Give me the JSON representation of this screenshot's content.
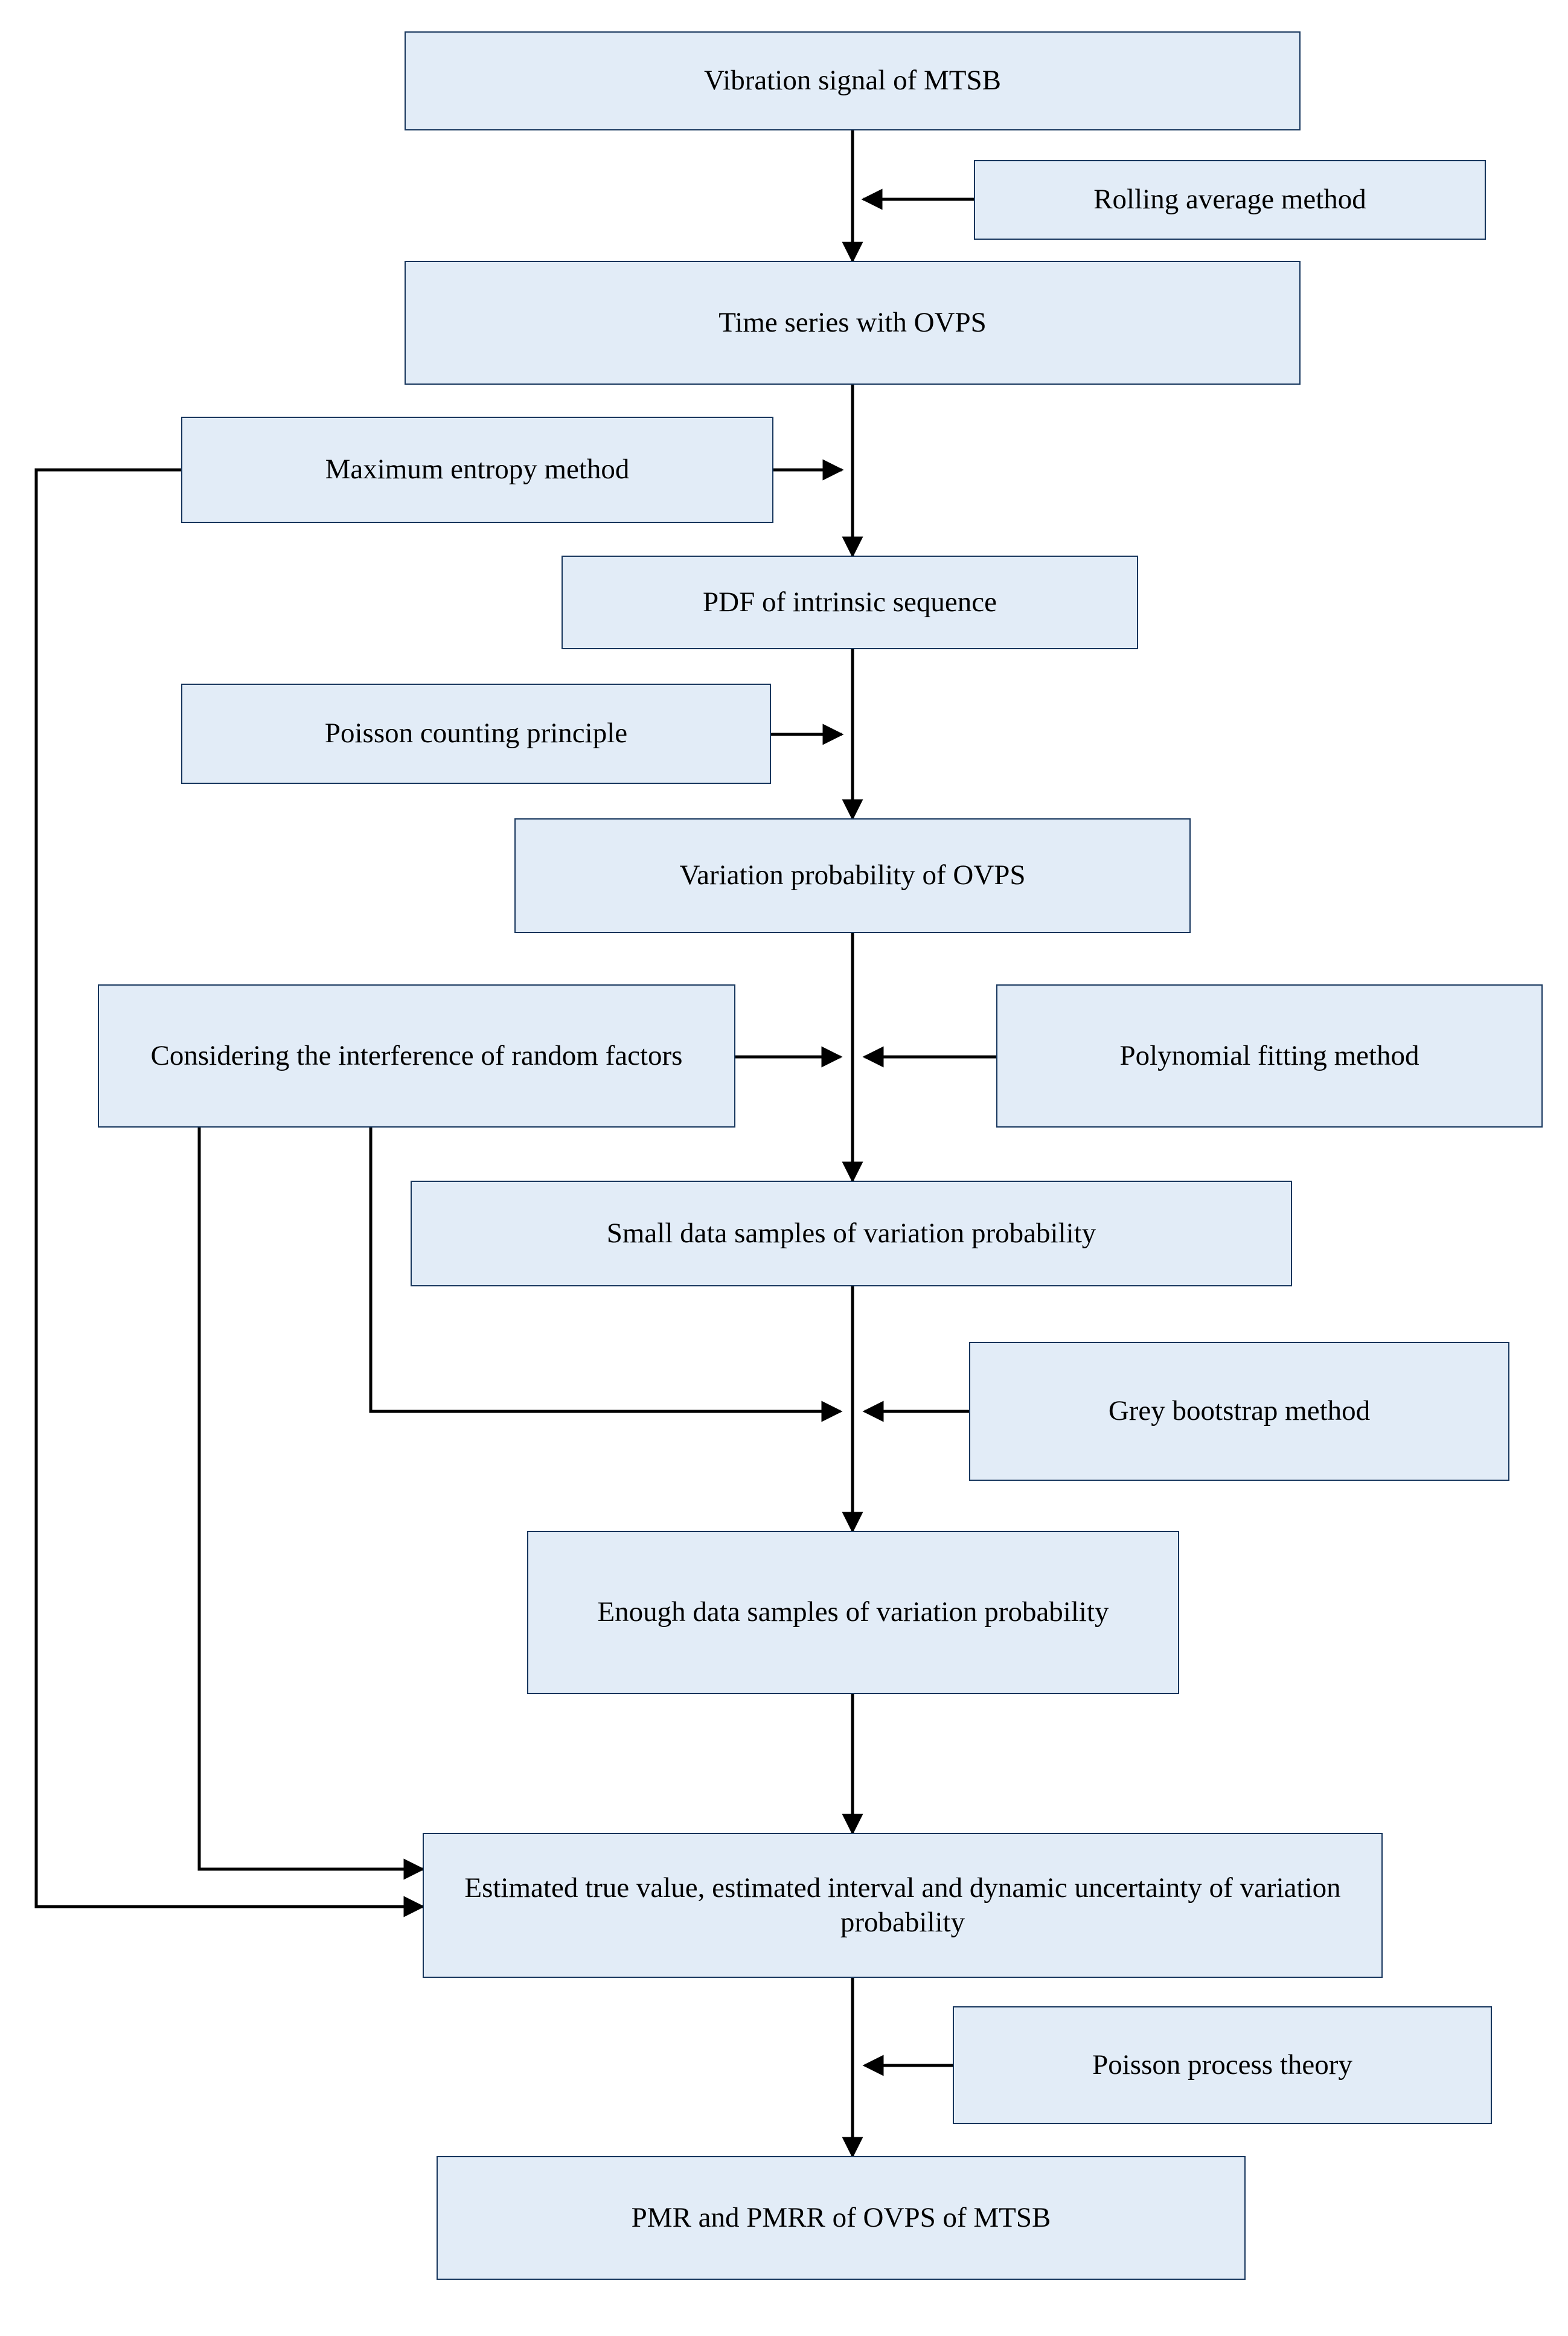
{
  "diagram": {
    "title": "Flowchart of PMR and PMRR evaluation of OVPS of MTSB",
    "style": {
      "node_fill": "#e2ecf7",
      "node_border": "#17365d",
      "edge_color": "#000000",
      "background": "#ffffff"
    },
    "nodes": [
      {
        "id": "vibration_signal",
        "label": "Vibration signal of MTSB"
      },
      {
        "id": "rolling_average",
        "label": "Rolling average method"
      },
      {
        "id": "time_series",
        "label": "Time series with OVPS"
      },
      {
        "id": "max_entropy",
        "label": "Maximum entropy method"
      },
      {
        "id": "pdf_intrinsic",
        "label": "PDF of intrinsic sequence"
      },
      {
        "id": "poisson_counting",
        "label": "Poisson counting principle"
      },
      {
        "id": "variation_probability",
        "label": "Variation probability of OVPS"
      },
      {
        "id": "random_factors",
        "label": "Considering the interference of random factors"
      },
      {
        "id": "polynomial_fitting",
        "label": "Polynomial fitting method"
      },
      {
        "id": "small_data",
        "label": "Small data samples of variation probability"
      },
      {
        "id": "grey_bootstrap",
        "label": "Grey bootstrap method"
      },
      {
        "id": "enough_data",
        "label": "Enough data samples of variation probability"
      },
      {
        "id": "estimated_true_value",
        "label": "Estimated true value, estimated interval and dynamic uncertainty  of variation probability"
      },
      {
        "id": "poisson_process",
        "label": "Poisson process theory"
      },
      {
        "id": "pmr_pmrr",
        "label": "PMR and PMRR of OVPS of MTSB"
      }
    ],
    "edges": [
      {
        "from": "vibration_signal",
        "to": "time_series"
      },
      {
        "from": "rolling_average",
        "to": "vibration_signal-to-time_series"
      },
      {
        "from": "time_series",
        "to": "pdf_intrinsic"
      },
      {
        "from": "max_entropy",
        "to": "time_series-to-pdf_intrinsic"
      },
      {
        "from": "pdf_intrinsic",
        "to": "variation_probability"
      },
      {
        "from": "poisson_counting",
        "to": "pdf_intrinsic-to-variation_probability"
      },
      {
        "from": "variation_probability",
        "to": "small_data"
      },
      {
        "from": "polynomial_fitting",
        "to": "variation_probability-to-small_data"
      },
      {
        "from": "random_factors",
        "to": "variation_probability-to-small_data"
      },
      {
        "from": "small_data",
        "to": "enough_data"
      },
      {
        "from": "grey_bootstrap",
        "to": "small_data-to-enough_data"
      },
      {
        "from": "random_factors",
        "to": "small_data-to-enough_data"
      },
      {
        "from": "enough_data",
        "to": "estimated_true_value"
      },
      {
        "from": "random_factors",
        "to": "estimated_true_value"
      },
      {
        "from": "max_entropy",
        "to": "estimated_true_value"
      },
      {
        "from": "estimated_true_value",
        "to": "pmr_pmrr"
      },
      {
        "from": "poisson_process",
        "to": "estimated_true_value-to-pmr_pmrr"
      }
    ]
  }
}
